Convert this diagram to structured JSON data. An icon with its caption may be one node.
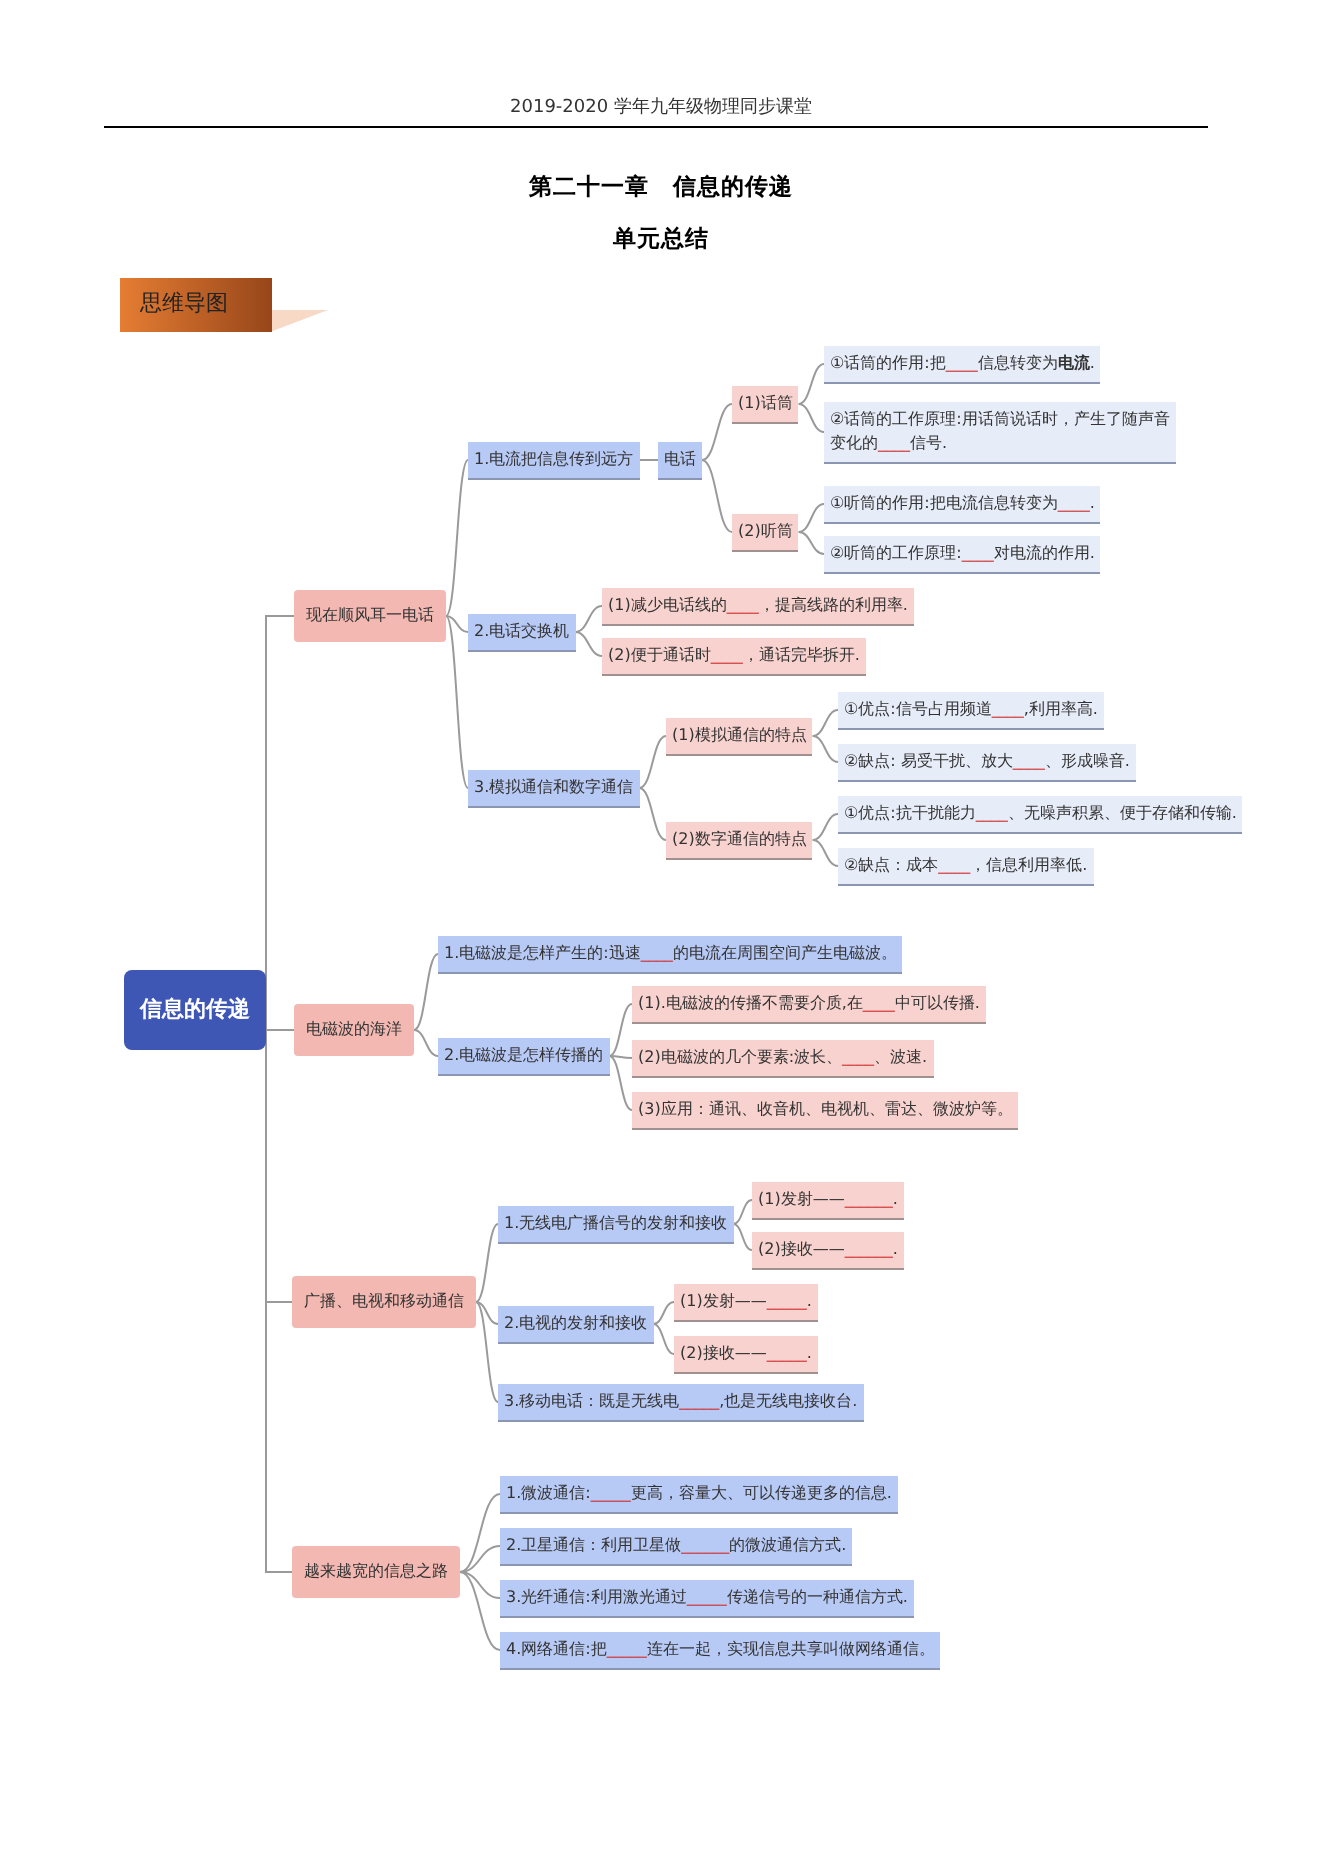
{
  "diagram": {
    "title": "第二十一章　信息的传递",
    "nodes": [
      {
        "text": [
          "信息的传递"
        ]
      },
      {
        "text": [
          "现在顺风耳一电话"
        ]
      },
      {
        "text": [
          "1.电流把信息传到远方"
        ]
      },
      {
        "text": [
          "电话"
        ]
      },
      {
        "text": [
          "(1)话筒"
        ]
      },
      {
        "text": [
          "①话筒的作用:把____信息转变为**电流**."
        ]
      },
      {
        "text": [
          "②话筒的工作原理:用话筒说话时，产生了随声音变化的____信号."
        ]
      },
      {
        "text": [
          "(2)听筒"
        ]
      },
      {
        "text": [
          "①听筒的作用:把电流信息转变为____."
        ]
      },
      {
        "text": [
          "②听筒的工作原理:____对电流的作用."
        ]
      },
      {
        "text": [
          "2.电话交换机"
        ]
      },
      {
        "text": [
          "(1)减少电话线的____，提高线路的利用率."
        ]
      },
      {
        "text": [
          "(2)便于通话时____，通话完毕拆开."
        ]
      },
      {
        "text": [
          "3.模拟通信和数字通信"
        ]
      },
      {
        "text": [
          "(1)模拟通信的特点"
        ]
      },
      {
        "text": [
          "①优点:信号占用频道____,利用率高."
        ]
      },
      {
        "text": [
          "②缺点: 易受干扰、放大____、形成噪音."
        ]
      },
      {
        "text": [
          "(2)数字通信的特点"
        ]
      },
      {
        "text": [
          "①优点:抗干扰能力____、无噪声积累、便于存储和传输."
        ]
      },
      {
        "text": [
          "②缺点：成本____，信息利用率低."
        ]
      },
      {
        "text": [
          "电磁波的海洋"
        ]
      },
      {
        "text": [
          "1.电磁波是怎样产生的:迅速____的电流在周围空间产生电磁波。"
        ]
      },
      {
        "text": [
          "2.电磁波是怎样传播的"
        ]
      },
      {
        "text": [
          "(1).电磁波的传播不需要介质,在____中可以传播."
        ]
      },
      {
        "text": [
          "(2)电磁波的几个要素:波长、____、波速."
        ]
      },
      {
        "text": [
          "(3)应用：通讯、收音机、电视机、雷达、微波炉等。"
        ]
      },
      {
        "text": [
          "广播、电视和移动通信"
        ]
      },
      {
        "text": [
          "1.无线电广播信号的发射和接收"
        ]
      },
      {
        "text": [
          "(1)发射——______."
        ]
      },
      {
        "text": [
          "(2)接收——______."
        ]
      },
      {
        "text": [
          "2.电视的发射和接收"
        ]
      },
      {
        "text": [
          "(1)发射——_____."
        ]
      },
      {
        "text": [
          "(2)接收——_____."
        ]
      },
      {
        "text": [
          "3.移动电话：既是无线电_____,也是无线电接收台."
        ]
      },
      {
        "text": [
          "越来越宽的信息之路"
        ]
      },
      {
        "text": [
          "1.微波通信:_____更高，容量大、可以传递更多的信息."
        ]
      },
      {
        "text": [
          "2.卫星通信：利用卫星做______的微波通信方式."
        ]
      },
      {
        "text": [
          "3.光纤通信:利用激光通过_____传递信号的一种通信方式."
        ]
      },
      {
        "text": [
          "4.网络通信:把_____连在一起，实现信息共享叫做网络通信。"
        ]
      }
    ],
    "edges": [
      {
        "from": 0,
        "to": 1,
        "arrow": "none"
      },
      {
        "from": 0,
        "to": 20,
        "arrow": "none"
      },
      {
        "from": 0,
        "to": 26,
        "arrow": "none"
      },
      {
        "from": 0,
        "to": 34,
        "arrow": "none"
      },
      {
        "from": 1,
        "to": 2,
        "arrow": "none"
      },
      {
        "from": 1,
        "to": 10,
        "arrow": "none"
      },
      {
        "from": 1,
        "to": 13,
        "arrow": "none"
      },
      {
        "from": 2,
        "to": 3,
        "arrow": "none"
      },
      {
        "from": 3,
        "to": 4,
        "arrow": "none"
      },
      {
        "from": 3,
        "to": 7,
        "arrow": "none"
      },
      {
        "from": 4,
        "to": 5,
        "arrow": "none"
      },
      {
        "from": 4,
        "to": 6,
        "arrow": "none"
      },
      {
        "from": 7,
        "to": 8,
        "arrow": "none"
      },
      {
        "from": 7,
        "to": 9,
        "arrow": "none"
      },
      {
        "from": 10,
        "to": 11,
        "arrow": "none"
      },
      {
        "from": 10,
        "to": 12,
        "arrow": "none"
      },
      {
        "from": 13,
        "to": 14,
        "arrow": "none"
      },
      {
        "from": 13,
        "to": 17,
        "arrow": "none"
      },
      {
        "from": 14,
        "to": 15,
        "arrow": "none"
      },
      {
        "from": 14,
        "to": 16,
        "arrow": "none"
      },
      {
        "from": 17,
        "to": 18,
        "arrow": "none"
      },
      {
        "from": 17,
        "to": 19,
        "arrow": "none"
      },
      {
        "from": 20,
        "to": 21,
        "arrow": "none"
      },
      {
        "from": 20,
        "to": 22,
        "arrow": "none"
      },
      {
        "from": 22,
        "to": 23,
        "arrow": "none"
      },
      {
        "from": 22,
        "to": 24,
        "arrow": "none"
      },
      {
        "from": 22,
        "to": 25,
        "arrow": "none"
      },
      {
        "from": 26,
        "to": 27,
        "arrow": "none"
      },
      {
        "from": 26,
        "to": 30,
        "arrow": "none"
      },
      {
        "from": 26,
        "to": 33,
        "arrow": "none"
      },
      {
        "from": 27,
        "to": 28,
        "arrow": "none"
      },
      {
        "from": 27,
        "to": 29,
        "arrow": "none"
      },
      {
        "from": 30,
        "to": 31,
        "arrow": "none"
      },
      {
        "from": 30,
        "to": 32,
        "arrow": "none"
      },
      {
        "from": 34,
        "to": 35,
        "arrow": "none"
      },
      {
        "from": 34,
        "to": 36,
        "arrow": "none"
      },
      {
        "from": 34,
        "to": 37,
        "arrow": "none"
      },
      {
        "from": 34,
        "to": 38,
        "arrow": "none"
      }
    ],
    "labels": [
      "2019-2020 学年九年级物理同步课堂",
      "单元总结",
      "思维导图"
    ]
  }
}
